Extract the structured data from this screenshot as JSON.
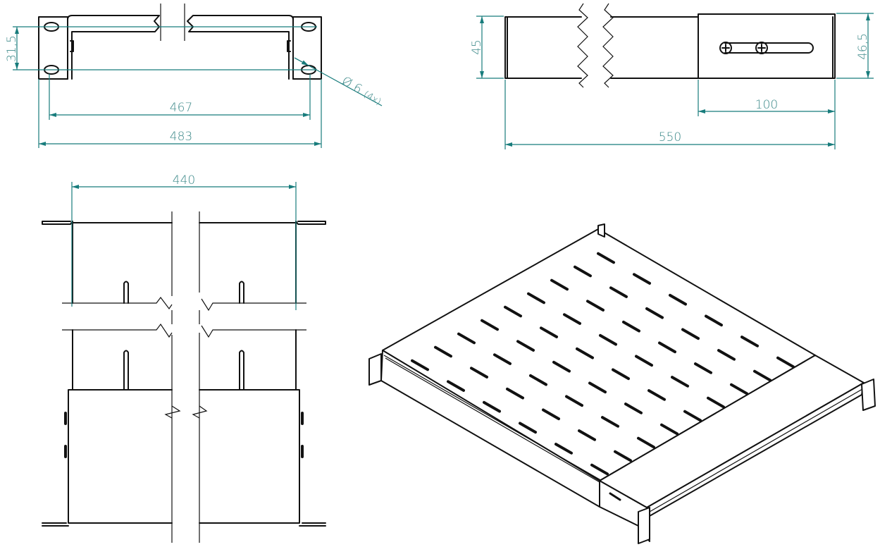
{
  "drawing": {
    "title": "19-inch rack shelf technical drawing",
    "colors": {
      "dimension": "#187c7c",
      "outline": "#111111"
    },
    "front_view": {
      "dim_hole_spacing_vertical": "31,5",
      "dim_hole_spacing_horizontal": "467",
      "dim_overall_width": "483",
      "hole_note": "Ø 6",
      "hole_count_note": "(4x)"
    },
    "side_view": {
      "dim_height": "45",
      "dim_handle_height": "46,5",
      "dim_handle_length": "100",
      "dim_overall_depth": "550"
    },
    "top_view": {
      "dim_inner_width": "440"
    },
    "isometric_view": {
      "slot_rows": 9,
      "slot_columns": 6
    }
  }
}
